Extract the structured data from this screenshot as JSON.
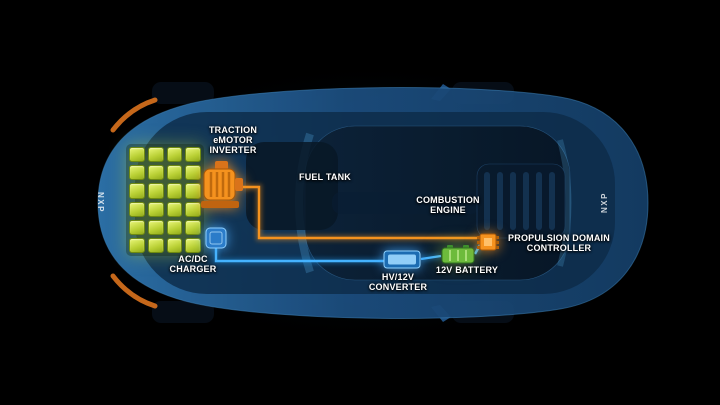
{
  "scene": {
    "background": "#000000"
  },
  "branding": {
    "logo_left": "NXP",
    "logo_right": "NXP"
  },
  "colors": {
    "accent_orange": "#f5921e",
    "accent_blue": "#45b3ff",
    "battery_green": "#c3d94e",
    "car_body_blue": "#1c4d7e",
    "background": "#000000"
  },
  "battery_pack": {
    "rows": 6,
    "cols": 4,
    "icon": "ev-battery-pack-icon"
  },
  "components": {
    "traction_inverter": {
      "label_lines": [
        "TRACTION",
        "eMOTOR",
        "INVERTER"
      ],
      "icon": "emotor-inverter-icon"
    },
    "fuel_tank": {
      "label_lines": [
        "FUEL TANK"
      ],
      "icon": "fuel-tank-shape"
    },
    "combustion_engine": {
      "label_lines": [
        "COMBUSTION",
        "ENGINE"
      ],
      "icon": "engine-block-shape"
    },
    "acdc_charger": {
      "label_lines": [
        "AC/DC",
        "CHARGER"
      ],
      "icon": "acdc-charger-icon"
    },
    "hv12v_converter": {
      "label_lines": [
        "HV/12V",
        "CONVERTER"
      ],
      "icon": "hv12v-converter-icon"
    },
    "battery_12v": {
      "label_lines": [
        "12V BATTERY"
      ],
      "icon": "12v-battery-icon"
    },
    "propulsion_domain_controller": {
      "label_lines": [
        "PROPULSION DOMAIN",
        "CONTROLLER"
      ],
      "icon": "propulsion-domain-controller-icon"
    }
  }
}
